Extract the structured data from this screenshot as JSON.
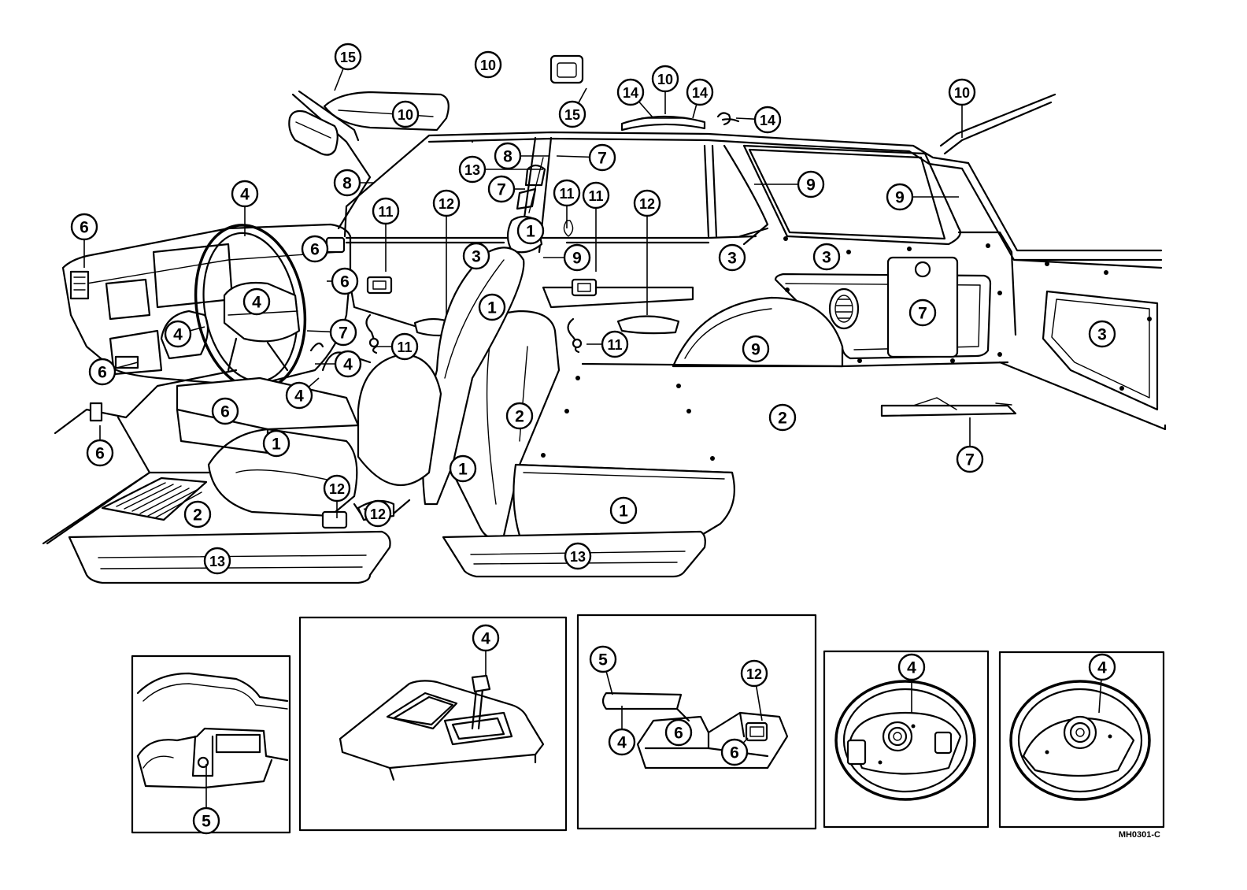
{
  "figure_code": "MH0301-C",
  "callouts": [
    {
      "id": "c-main-15-visor",
      "label": "15",
      "leader": [
        [
          425,
          115
        ]
      ]
    },
    {
      "id": "c-main-10-roof",
      "label": "10",
      "leader": []
    },
    {
      "id": "c-main-15-lamp",
      "label": "15",
      "leader": [
        [
          745,
          112
        ]
      ]
    },
    {
      "id": "c-main-14-left",
      "label": "14",
      "leader": [
        [
          830,
          150
        ]
      ]
    },
    {
      "id": "c-main-10-center",
      "label": "10",
      "leader": [
        [
          845,
          145
        ]
      ]
    },
    {
      "id": "c-main-14-right",
      "label": "14",
      "leader": [
        [
          880,
          150
        ]
      ]
    },
    {
      "id": "c-main-14-hook",
      "label": "14",
      "leader": [
        [
          935,
          150
        ]
      ]
    },
    {
      "id": "c-main-10-rear",
      "label": "10",
      "leader": [
        [
          1222,
          175
        ]
      ]
    },
    {
      "id": "c-main-10-visor",
      "label": "10",
      "leader": []
    },
    {
      "id": "c-main-8-apillar",
      "label": "8",
      "leader": [
        [
          475,
          232
        ]
      ]
    },
    {
      "id": "c-main-8-bpillar",
      "label": "8",
      "leader": [
        [
          698,
          198
        ]
      ]
    },
    {
      "id": "c-main-7-bpillar",
      "label": "7",
      "leader": [
        [
          707,
          198
        ]
      ]
    },
    {
      "id": "c-main-13-belt",
      "label": "13",
      "leader": [
        [
          690,
          215
        ]
      ]
    },
    {
      "id": "c-main-7-anchor",
      "label": "7",
      "leader": [
        [
          667,
          240
        ]
      ]
    },
    {
      "id": "c-main-9-quarter",
      "label": "9",
      "leader": [
        [
          958,
          234
        ]
      ]
    },
    {
      "id": "c-main-9-rearwin",
      "label": "9",
      "leader": [
        [
          1218,
          250
        ]
      ]
    },
    {
      "id": "c-main-4-wheel",
      "label": "4",
      "leader": [
        [
          311,
          300
        ]
      ]
    },
    {
      "id": "c-main-6-dashleft",
      "label": "6",
      "leader": [
        [
          107,
          340
        ]
      ]
    },
    {
      "id": "c-main-6-dashright",
      "label": "6",
      "leader": []
    },
    {
      "id": "c-main-6-vent",
      "label": "6",
      "leader": [
        [
          415,
          357
        ]
      ]
    },
    {
      "id": "c-main-11-handle-front",
      "label": "11",
      "leader": [
        [
          490,
          345
        ]
      ]
    },
    {
      "id": "c-main-12-armrest-front",
      "label": "12",
      "leader": [
        [
          567,
          400
        ]
      ]
    },
    {
      "id": "c-main-1-headrest",
      "label": "1",
      "leader": []
    },
    {
      "id": "c-main-11-knob",
      "label": "11",
      "leader": [
        [
          720,
          290
        ]
      ]
    },
    {
      "id": "c-main-11-handle-rear",
      "label": "11",
      "leader": [
        [
          757,
          345
        ]
      ]
    },
    {
      "id": "c-main-12-armrest-rear",
      "label": "12",
      "leader": [
        [
          822,
          400
        ]
      ]
    },
    {
      "id": "c-main-9-bpillar",
      "label": "9",
      "leader": [
        [
          690,
          327
        ]
      ]
    },
    {
      "id": "c-main-3-frontdoor",
      "label": "3",
      "leader": []
    },
    {
      "id": "c-main-3-reardoor",
      "label": "3",
      "leader": []
    },
    {
      "id": "c-main-3-quarter",
      "label": "3",
      "leader": []
    },
    {
      "id": "c-main-4-hub",
      "label": "4",
      "leader": []
    },
    {
      "id": "c-main-4-cluster",
      "label": "4",
      "leader": [
        [
          260,
          415
        ]
      ]
    },
    {
      "id": "c-main-7-column",
      "label": "7",
      "leader": [
        [
          390,
          420
        ]
      ]
    },
    {
      "id": "c-main-4-stalk",
      "label": "4",
      "leader": [
        [
          400,
          462
        ]
      ]
    },
    {
      "id": "c-main-11-regulator-front",
      "label": "11",
      "leader": [
        [
          478,
          440
        ]
      ]
    },
    {
      "id": "c-main-4-lever",
      "label": "4",
      "leader": [
        [
          405,
          480
        ]
      ]
    },
    {
      "id": "c-main-6-lower",
      "label": "6",
      "leader": [
        [
          175,
          460
        ]
      ]
    },
    {
      "id": "c-main-6-console",
      "label": "6",
      "leader": []
    },
    {
      "id": "c-main-6-kick",
      "label": "6",
      "leader": [
        [
          127,
          540
        ]
      ]
    },
    {
      "id": "c-main-1-seatback-front",
      "label": "1",
      "leader": []
    },
    {
      "id": "c-main-1-cushion-front",
      "label": "1",
      "leader": []
    },
    {
      "id": "c-main-2-seatback-rear",
      "label": "2",
      "leader": []
    },
    {
      "id": "c-main-1-seatside",
      "label": "1",
      "leader": []
    },
    {
      "id": "c-main-11-regulator-rear",
      "label": "11",
      "leader": [
        [
          745,
          437
        ]
      ]
    },
    {
      "id": "c-main-9-wheelhouse",
      "label": "9",
      "leader": []
    },
    {
      "id": "c-main-7-cargotrim",
      "label": "7",
      "leader": []
    },
    {
      "id": "c-main-3-tailgate",
      "label": "3",
      "leader": []
    },
    {
      "id": "c-main-2-cargofloor",
      "label": "2",
      "leader": []
    },
    {
      "id": "c-main-7-strap",
      "label": "7",
      "leader": [
        [
          1232,
          530
        ]
      ]
    },
    {
      "id": "c-main-2-frontfloor",
      "label": "2",
      "leader": []
    },
    {
      "id": "c-main-12-seatrail",
      "label": "12",
      "leader": [
        [
          428,
          658
        ]
      ]
    },
    {
      "id": "c-main-12-seatlatch",
      "label": "12",
      "leader": [
        [
          462,
          646
        ]
      ]
    },
    {
      "id": "c-main-1-rearcushion",
      "label": "1",
      "leader": []
    },
    {
      "id": "c-main-13-scuff-front",
      "label": "13",
      "leader": []
    },
    {
      "id": "c-main-13-scuff-rear",
      "label": "13",
      "leader": []
    },
    {
      "id": "c-inset1-5",
      "label": "5",
      "leader": [
        [
          262,
          970
        ]
      ]
    },
    {
      "id": "c-inset2-4",
      "label": "4",
      "leader": [
        [
          617,
          857
        ]
      ]
    },
    {
      "id": "c-inset3-5",
      "label": "5",
      "leader": [
        [
          778,
          882
        ]
      ]
    },
    {
      "id": "c-inset3-4",
      "label": "4",
      "leader": [
        [
          790,
          896
        ]
      ]
    },
    {
      "id": "c-inset3-6-upper",
      "label": "6",
      "leader": []
    },
    {
      "id": "c-inset3-6-lower",
      "label": "6",
      "leader": [
        [
          950,
          937
        ]
      ]
    },
    {
      "id": "c-inset3-12",
      "label": "12",
      "leader": [
        [
          968,
          915
        ]
      ]
    },
    {
      "id": "c-inset4-4",
      "label": "4",
      "leader": [
        [
          1158,
          905
        ]
      ]
    },
    {
      "id": "c-inset5-4",
      "label": "4",
      "leader": [
        [
          1396,
          905
        ]
      ]
    }
  ]
}
